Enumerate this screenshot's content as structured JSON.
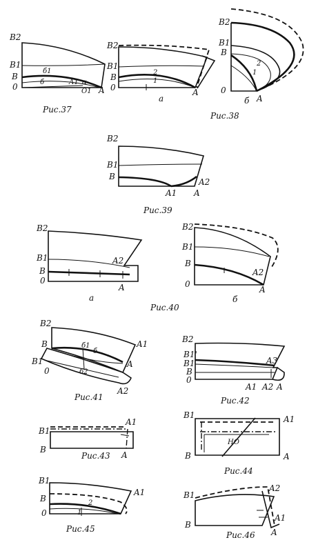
{
  "figures": {
    "fig37": {
      "caption": "Рис.37",
      "labels": {
        "b2": "B2",
        "b1": "B1",
        "b": "B",
        "o": "0",
        "a": "A",
        "a1": "A1",
        "o1": "O1",
        "b_1": "б1",
        "b_0": "б",
        "alpha": "α"
      }
    },
    "fig38": {
      "caption": "Рис.38",
      "sub_a": {
        "tag": "а",
        "labels": {
          "b2": "B2",
          "b1": "B1",
          "b": "B",
          "o": "0",
          "a": "A",
          "n2": "2",
          "n1": "1"
        }
      },
      "sub_b": {
        "tag": "б",
        "labels": {
          "b2": "B2",
          "b1": "B1",
          "b": "B",
          "o": "0",
          "a": "A",
          "n2": "2",
          "n1": "1"
        }
      }
    },
    "fig39": {
      "caption": "Рис.39",
      "labels": {
        "b2": "B2",
        "b1": "B1",
        "b": "B",
        "a1": "A1",
        "a2": "A2",
        "a": "A"
      }
    },
    "fig40": {
      "caption": "Рис.40",
      "sub_a": {
        "tag": "а",
        "labels": {
          "b2": "B2",
          "b1": "B1",
          "b": "B",
          "o": "0",
          "a2": "A2",
          "a": "A"
        }
      },
      "sub_b": {
        "tag": "б",
        "labels": {
          "b2": "B2",
          "b1": "B1",
          "b": "B",
          "o": "0",
          "a2": "A2",
          "a": "A"
        }
      }
    },
    "fig41": {
      "caption": "Рис.41",
      "labels": {
        "b2": "B2",
        "b": "B",
        "b1": "B1",
        "o": "0",
        "a1": "A1",
        "a": "A",
        "a2": "A2",
        "b_1": "б1",
        "b_0": "б",
        "b_2": "б2"
      }
    },
    "fig42": {
      "caption": "Рис.42",
      "labels": {
        "b2": "B2",
        "b1p": "B1'",
        "b1": "B1",
        "b": "B",
        "o": "0",
        "a3": "A3",
        "a1": "A1",
        "a2": "A2",
        "a": "A"
      }
    },
    "fig43": {
      "caption": "Рис.43",
      "labels": {
        "b1": "B1",
        "b": "B",
        "a1": "A1",
        "a": "A"
      }
    },
    "fig44": {
      "caption": "Рис.44",
      "labels": {
        "b1": "B1",
        "b": "B",
        "a1": "A1",
        "a": "A",
        "ho": "НО"
      }
    },
    "fig45": {
      "caption": "Рис.45",
      "labels": {
        "b1": "B1",
        "b": "B",
        "o": "0",
        "a1": "A1",
        "n2": "2",
        "n1": "1"
      }
    },
    "fig46": {
      "caption": "Рис.46",
      "labels": {
        "b1": "B1",
        "b": "B",
        "a2": "A2",
        "a1": "A1",
        "a": "A"
      }
    }
  }
}
